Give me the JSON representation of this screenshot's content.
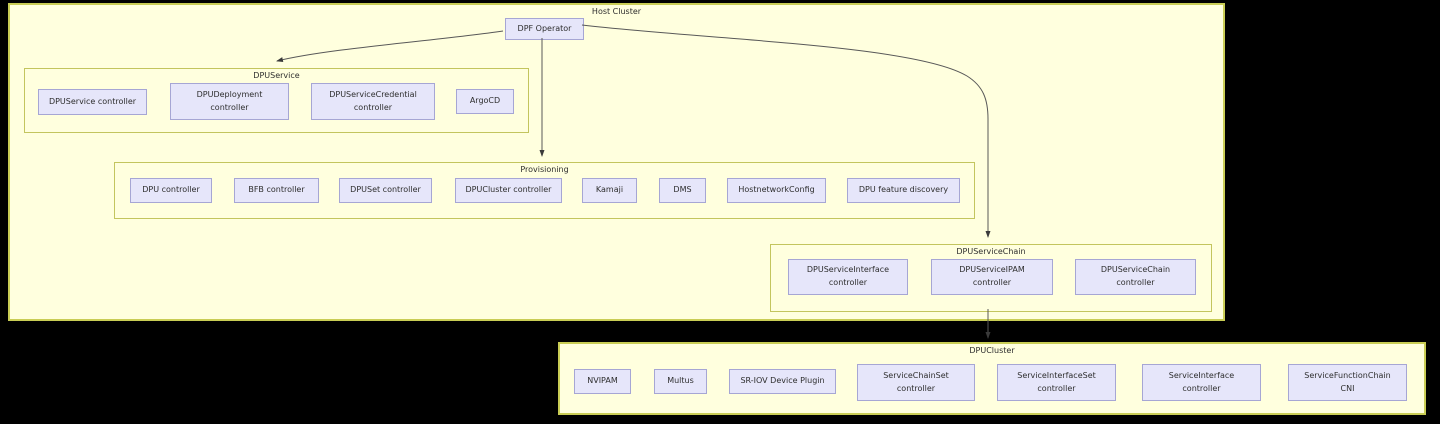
{
  "diagram": {
    "host_cluster": {
      "label": "Host Cluster",
      "dpf_operator": {
        "label": "DPF Operator"
      },
      "dpu_service": {
        "label": "DPUService",
        "nodes": [
          {
            "label": "DPUService controller"
          },
          {
            "label": "DPUDeployment\ncontroller"
          },
          {
            "label": "DPUServiceCredential\ncontroller"
          },
          {
            "label": "ArgoCD"
          }
        ]
      },
      "provisioning": {
        "label": "Provisioning",
        "nodes": [
          {
            "label": "DPU controller"
          },
          {
            "label": "BFB controller"
          },
          {
            "label": "DPUSet controller"
          },
          {
            "label": "DPUCluster controller"
          },
          {
            "label": "Kamaji"
          },
          {
            "label": "DMS"
          },
          {
            "label": "HostnetworkConfig"
          },
          {
            "label": "DPU feature discovery"
          }
        ]
      },
      "dpu_service_chain": {
        "label": "DPUServiceChain",
        "nodes": [
          {
            "label": "DPUServiceInterface\ncontroller"
          },
          {
            "label": "DPUServiceIPAM\ncontroller"
          },
          {
            "label": "DPUServiceChain\ncontroller"
          }
        ]
      }
    },
    "dpu_cluster": {
      "label": "DPUCluster",
      "nodes": [
        {
          "label": "NVIPAM"
        },
        {
          "label": "Multus"
        },
        {
          "label": "SR-IOV Device Plugin"
        },
        {
          "label": "ServiceChainSet\ncontroller"
        },
        {
          "label": "ServiceInterfaceSet\ncontroller"
        },
        {
          "label": "ServiceInterface\ncontroller"
        },
        {
          "label": "ServiceFunctionChain\nCNI"
        }
      ]
    },
    "colors": {
      "background": "#000000",
      "cluster_fill": "#ffffde",
      "cluster_border": "#c3c55e",
      "node_fill": "#e6e6fa",
      "node_border": "#a6a6d4",
      "edge": "#585858",
      "text": "#2e2e2e"
    }
  }
}
